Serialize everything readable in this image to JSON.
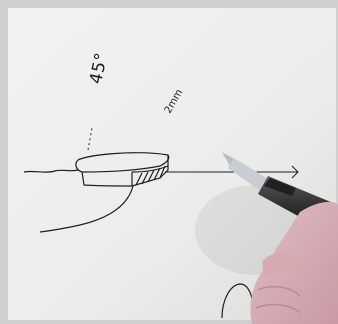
{
  "photo": {
    "scene": "hand-drawn-sketch-on-paper",
    "colors": {
      "paper": "#ededeb",
      "ink": "#1f1f1f",
      "glove": "#d9b1b8",
      "pen_body": "#3a3a3c",
      "pen_tip": "#b9bdc2"
    }
  },
  "annotations": {
    "angle": "45°",
    "thickness": "2mm"
  }
}
